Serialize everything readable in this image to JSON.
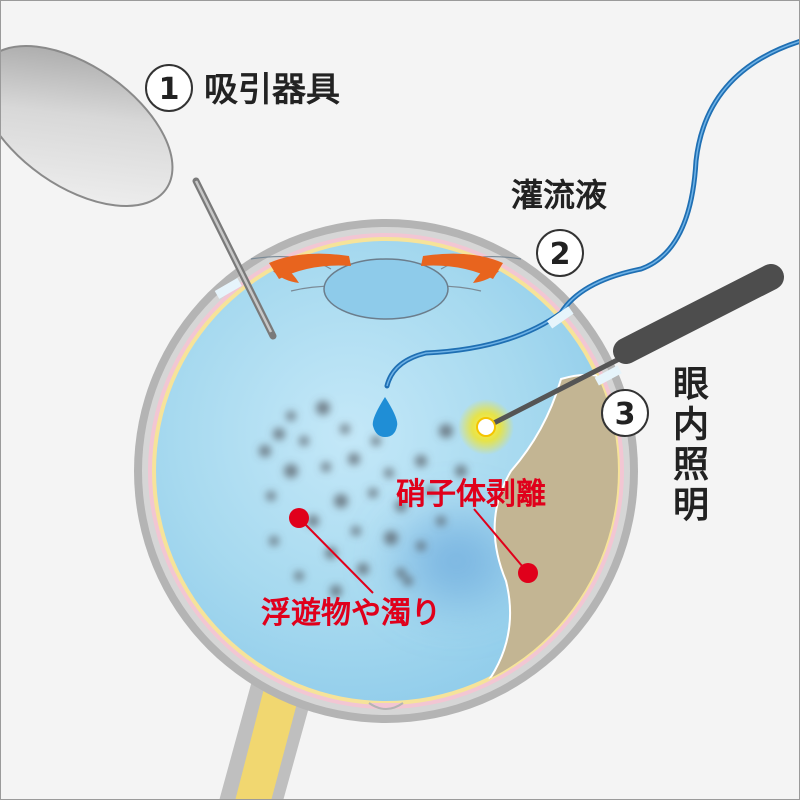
{
  "labels": {
    "suction": {
      "number": "1",
      "text": "吸引器具"
    },
    "irrigation": {
      "number": "2",
      "text": "灌流液"
    },
    "illumination": {
      "number": "3",
      "text": "眼内照明"
    },
    "detachment": "硝子体剥離",
    "floaters": "浮遊物や濁り"
  },
  "colors": {
    "vitreous": "#a6d9ef",
    "sclera": "#b4b4b4",
    "retina_detached": "#c3b593",
    "iris": "#e8641e",
    "tube": "#1f6fb3",
    "annotation": "#e0001b",
    "optic_nerve": "#f1d770"
  }
}
